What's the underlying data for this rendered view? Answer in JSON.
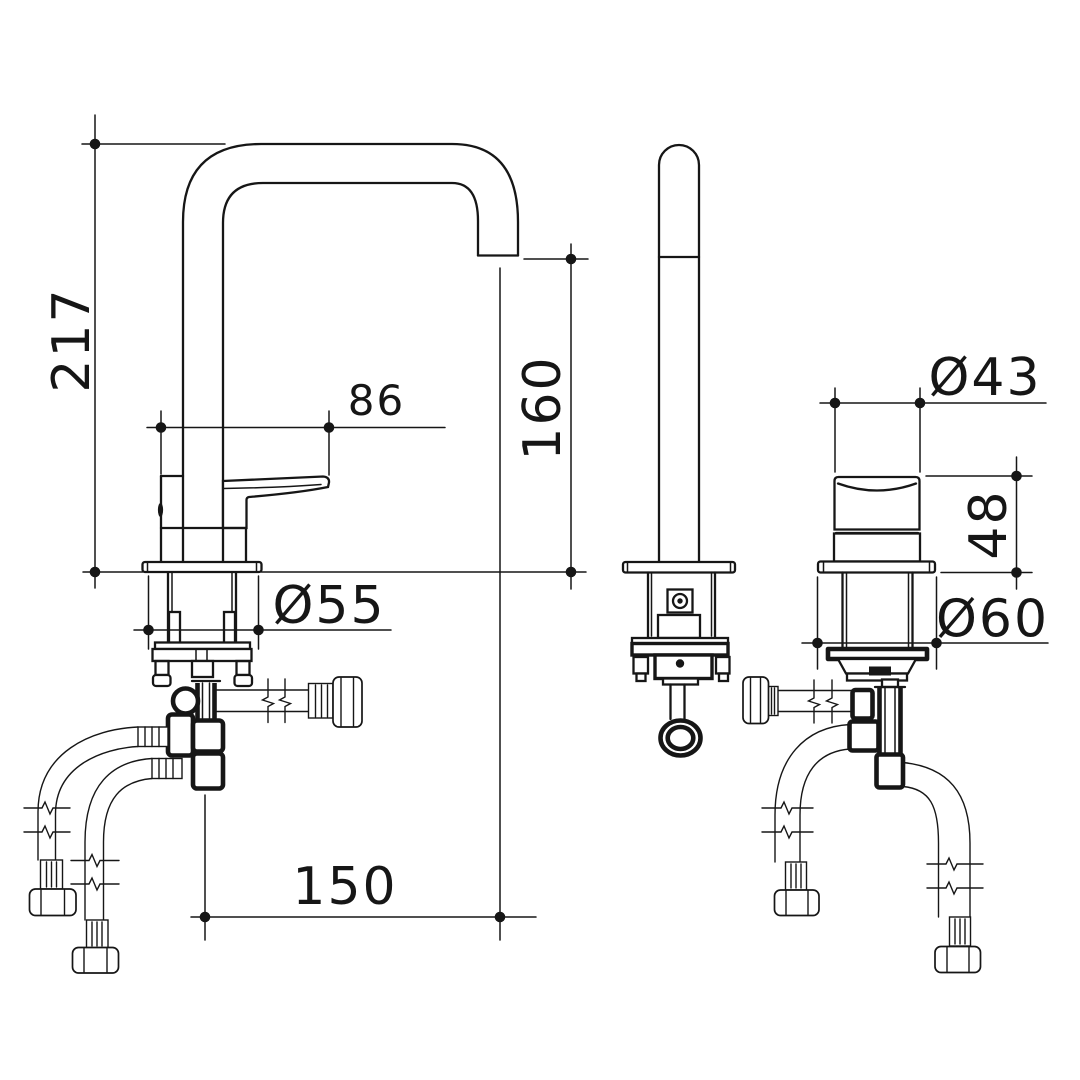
{
  "drawing": {
    "background_color": "#ffffff",
    "line_color": "#161616",
    "dimension_labels": {
      "overall_height": "217",
      "handle_reach": "86",
      "outlet_height": "160",
      "base_diameter": "Ø55",
      "spout_reach": "150",
      "mixer_top_diameter": "Ø43",
      "mixer_height": "48",
      "mixer_base_diameter": "Ø60"
    }
  }
}
